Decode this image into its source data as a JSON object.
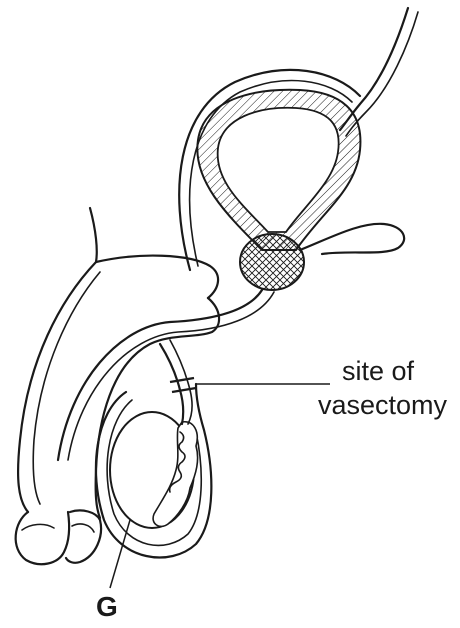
{
  "labels": {
    "vasectomy_line1": "site of",
    "vasectomy_line2": "vasectomy",
    "gland": "G"
  },
  "colors": {
    "stroke": "#1a1a1a",
    "background": "#ffffff"
  }
}
